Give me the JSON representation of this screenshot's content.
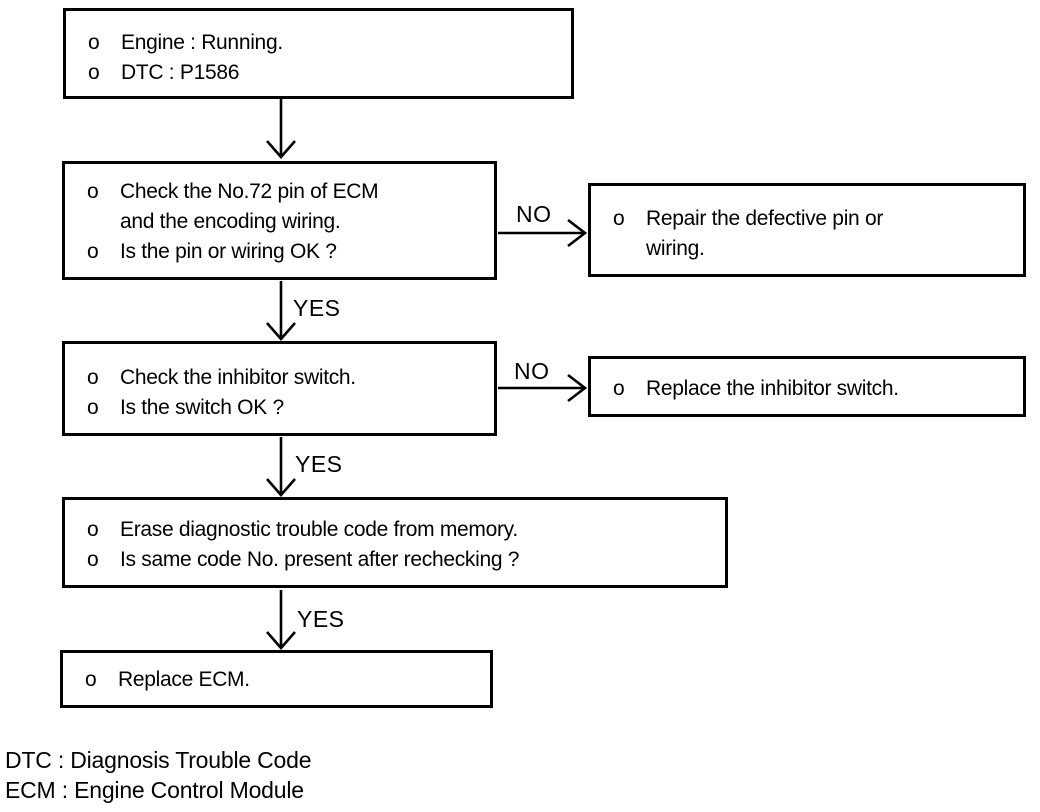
{
  "colors": {
    "ink": "#000000",
    "paper": "#ffffff"
  },
  "flow": {
    "bullet_char": "o",
    "boxes": [
      {
        "name": "start",
        "lines": [
          "Engine : Running.",
          "DTC : P1586"
        ]
      },
      {
        "name": "check-pin",
        "lines": [
          "Check the No.72 pin of ECM",
          "and the encoding wiring.",
          "Is the pin or wiring OK ?"
        ]
      },
      {
        "name": "repair-pin",
        "lines": [
          "Repair the defective pin or",
          "wiring."
        ]
      },
      {
        "name": "check-inhibitor-switch",
        "lines": [
          "Check the inhibitor switch.",
          "Is the switch OK ?"
        ]
      },
      {
        "name": "replace-inhibitor-switch",
        "lines": [
          "Replace the inhibitor switch."
        ]
      },
      {
        "name": "erase-code",
        "lines": [
          "Erase diagnostic trouble code from memory.",
          "Is same code No. present after rechecking ?"
        ]
      },
      {
        "name": "replace-ecm",
        "lines": [
          "Replace ECM."
        ]
      }
    ],
    "edge_labels": {
      "yes1": "YES",
      "yes2": "YES",
      "yes3": "YES",
      "no1": "NO",
      "no2": "NO"
    },
    "footnotes": {
      "dtc": "DTC : Diagnosis Trouble Code",
      "ecm": "ECM : Engine Control Module"
    }
  }
}
